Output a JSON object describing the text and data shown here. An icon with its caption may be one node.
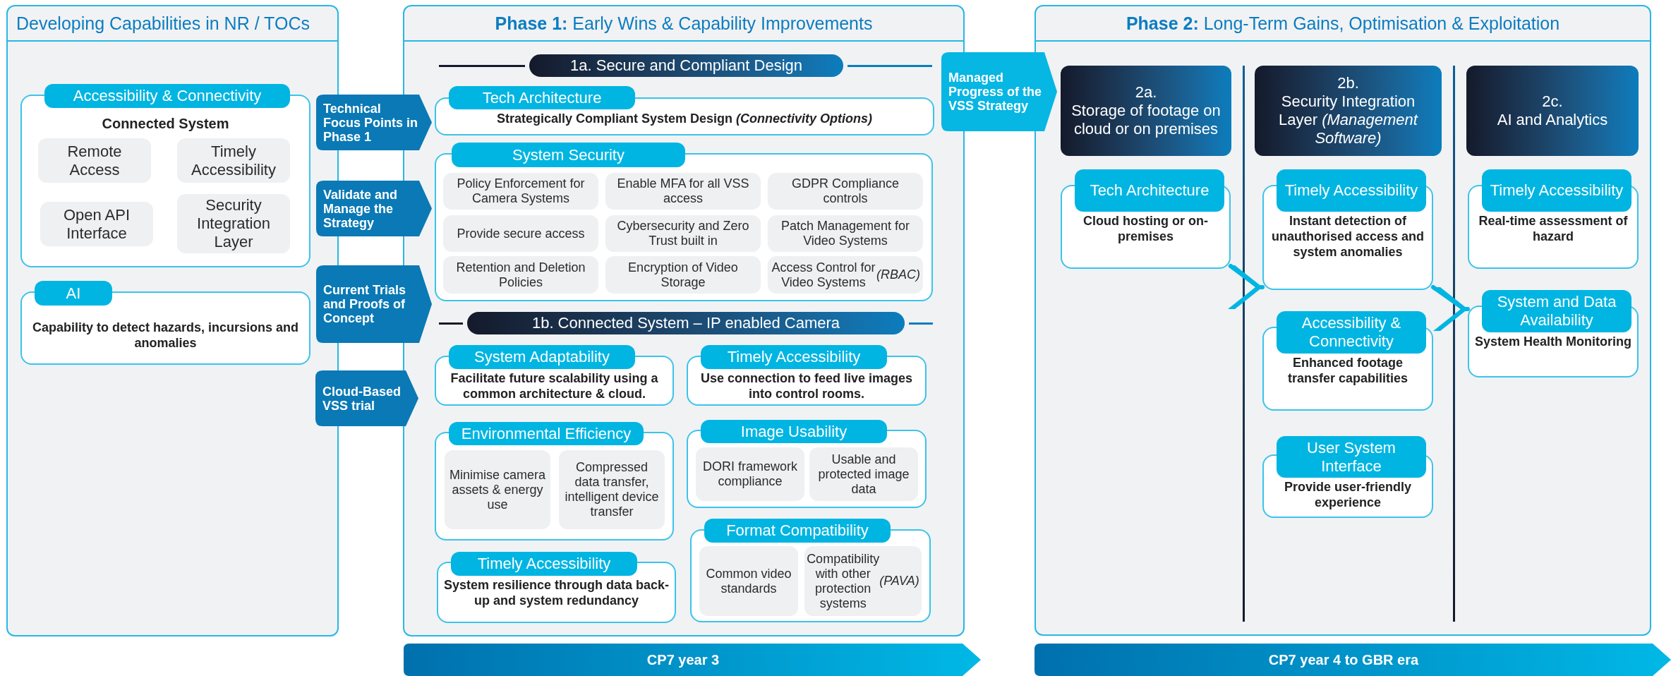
{
  "diagram": {
    "nodes": [
      {
        "text": [
          "Developing Capabilities in NR / TOCs"
        ]
      },
      {
        "text": [
          "Accessibility & Connectivity",
          "Connected System"
        ],
        "in": 0
      },
      {
        "text": [
          "Remote Access"
        ],
        "in": 1
      },
      {
        "text": [
          "Timely Accessibility"
        ],
        "in": 1
      },
      {
        "text": [
          "Open API Interface"
        ],
        "in": 1
      },
      {
        "text": [
          "Security Integration Layer"
        ],
        "in": 1
      },
      {
        "text": [
          "AI",
          "Capability to detect hazards, incursions and anomalies"
        ],
        "in": 0
      },
      {
        "text": [
          "**Phase 1:** Early Wins & Capability Improvements"
        ]
      },
      {
        "text": [
          "Technical Focus Points in Phase 1"
        ]
      },
      {
        "text": [
          "Validate and Manage the Strategy"
        ]
      },
      {
        "text": [
          "Current Trials and Proofs of Concept"
        ]
      },
      {
        "text": [
          "Cloud-Based VSS trial"
        ]
      },
      {
        "text": [
          "1a. Secure and Compliant Design"
        ],
        "in": 7
      },
      {
        "text": [
          "Tech Architecture",
          "Strategically Compliant System Design *(Connectivity Options)*"
        ],
        "in": 7
      },
      {
        "text": [
          "System Security"
        ],
        "in": 7
      },
      {
        "text": [
          "Policy Enforcement for Camera Systems"
        ],
        "in": 14
      },
      {
        "text": [
          "Enable MFA for all VSS access"
        ],
        "in": 14
      },
      {
        "text": [
          "GDPR Compliance controls"
        ],
        "in": 14
      },
      {
        "text": [
          "Provide secure access"
        ],
        "in": 14
      },
      {
        "text": [
          "Cybersecurity and Zero Trust built in"
        ],
        "in": 14
      },
      {
        "text": [
          "Patch Management for Video Systems"
        ],
        "in": 14
      },
      {
        "text": [
          "Retention and Deletion Policies"
        ],
        "in": 14
      },
      {
        "text": [
          "Encryption of Video Storage"
        ],
        "in": 14
      },
      {
        "text": [
          "Access Control for Video Systems *(RBAC)*"
        ],
        "in": 14
      },
      {
        "text": [
          "1b. Connected System – IP enabled Camera"
        ],
        "in": 7
      },
      {
        "text": [
          "System Adaptability",
          "Facilitate future scalability using a common architecture & cloud."
        ],
        "in": 7
      },
      {
        "text": [
          "Timely Accessibility",
          "Use connection to feed live images into control rooms."
        ],
        "in": 7
      },
      {
        "text": [
          "Environmental Efficiency"
        ],
        "in": 7
      },
      {
        "text": [
          "Minimise camera assets & energy use"
        ],
        "in": 27
      },
      {
        "text": [
          "Compressed data transfer, intelligent device transfer"
        ],
        "in": 27
      },
      {
        "text": [
          "Image Usability"
        ],
        "in": 7
      },
      {
        "text": [
          "DORI framework compliance"
        ],
        "in": 30
      },
      {
        "text": [
          "Usable and protected image data"
        ],
        "in": 30
      },
      {
        "text": [
          "Timely Accessibility",
          "System resilience through data back-up and system redundancy"
        ],
        "in": 7
      },
      {
        "text": [
          "Format Compatibility"
        ],
        "in": 7
      },
      {
        "text": [
          "Common video standards"
        ],
        "in": 34
      },
      {
        "text": [
          "Compatibility with other protection systems *(PAVA)*"
        ],
        "in": 34
      },
      {
        "text": [
          "**Phase 2:** Long-Term Gains, Optimisation & Exploitation"
        ]
      },
      {
        "text": [
          "Managed Progress of the VSS Strategy"
        ]
      },
      {
        "text": [
          "2a.",
          "Storage of footage on cloud or on premises"
        ],
        "in": 37
      },
      {
        "text": [
          "Tech Architecture",
          "Cloud hosting or on-premises"
        ],
        "in": 37
      },
      {
        "text": [
          "2b.",
          "Security Integration Layer *(Management Software)*"
        ],
        "in": 37
      },
      {
        "text": [
          "Timely Accessibility",
          "Instant detection of unauthorised access and system anomalies"
        ],
        "in": 37
      },
      {
        "text": [
          "Accessibility & Connectivity",
          "Enhanced footage transfer capabilities"
        ],
        "in": 37
      },
      {
        "text": [
          "User System Interface",
          "Provide user-friendly experience"
        ],
        "in": 37
      },
      {
        "text": [
          "2c.",
          "AI and Analytics"
        ],
        "in": 37
      },
      {
        "text": [
          "Timely Accessibility",
          "Real-time assessment of hazard"
        ],
        "in": 37
      },
      {
        "text": [
          "System and Data Availability",
          "System Health Monitoring"
        ],
        "in": 37
      },
      {
        "text": [
          "CP7 year 3"
        ]
      },
      {
        "text": [
          "CP7 year 4 to GBR era"
        ]
      }
    ],
    "edges": [
      {
        "from": 40,
        "to": 42,
        "arrow": "to"
      },
      {
        "from": 42,
        "to": 47,
        "arrow": "to"
      }
    ]
  }
}
